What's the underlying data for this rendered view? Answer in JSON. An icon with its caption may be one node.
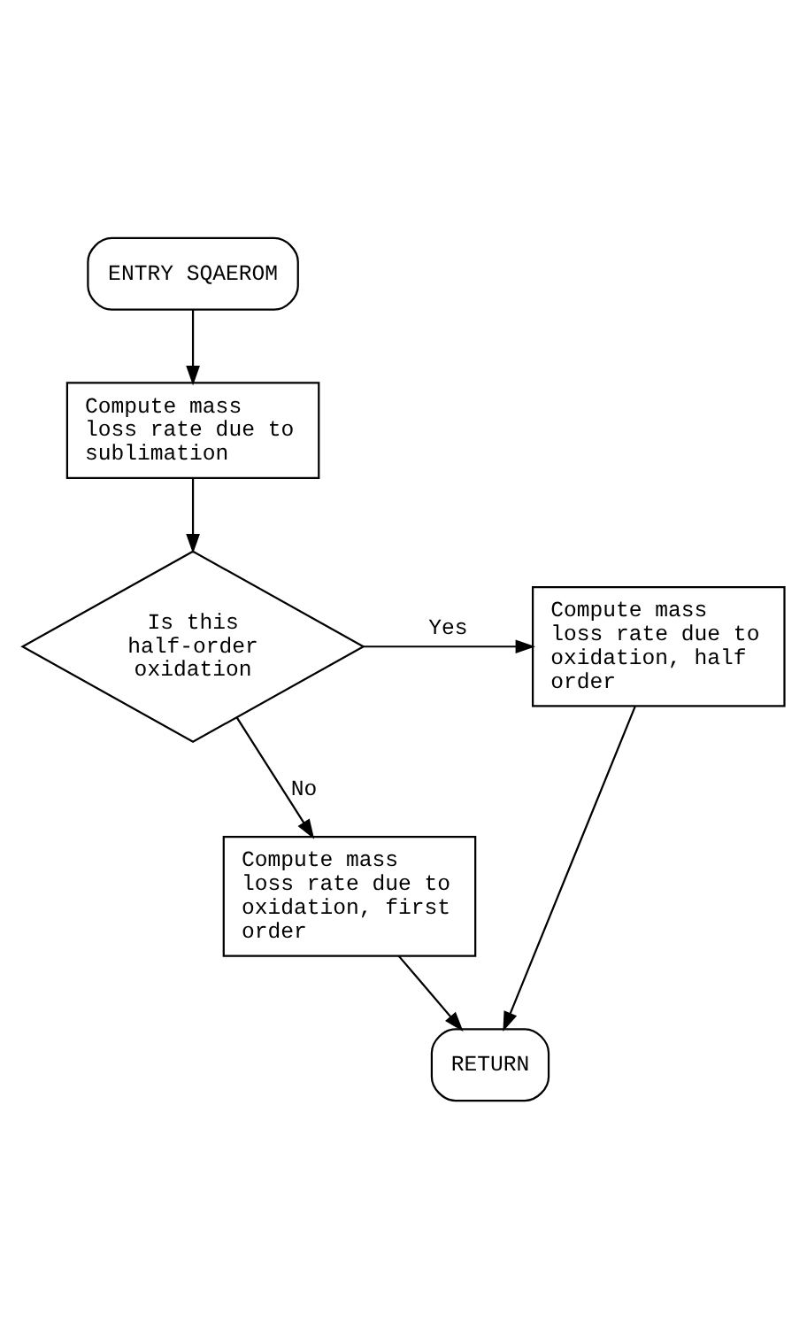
{
  "diagram": {
    "nodes": [
      {
        "text": [
          "ENTRY SQAEROM"
        ]
      },
      {
        "text": [
          "Compute mass loss rate due to sublimation"
        ]
      },
      {
        "text": [
          "Is this half-order oxidation"
        ]
      },
      {
        "text": [
          "Compute mass loss rate due to oxidation, half order"
        ]
      },
      {
        "text": [
          "Compute mass loss rate due to oxidation, first order"
        ]
      },
      {
        "text": [
          "RETURN"
        ]
      }
    ],
    "edges": [
      {
        "from": 0,
        "to": 1,
        "arrow": "to"
      },
      {
        "from": 1,
        "to": 2,
        "arrow": "to"
      },
      {
        "from": 2,
        "to": 3,
        "arrow": "to",
        "label": "Yes"
      },
      {
        "from": 2,
        "to": 4,
        "arrow": "to",
        "label": "No"
      },
      {
        "from": 4,
        "to": 5,
        "arrow": "to"
      },
      {
        "from": 3,
        "to": 5,
        "arrow": "to"
      }
    ]
  }
}
